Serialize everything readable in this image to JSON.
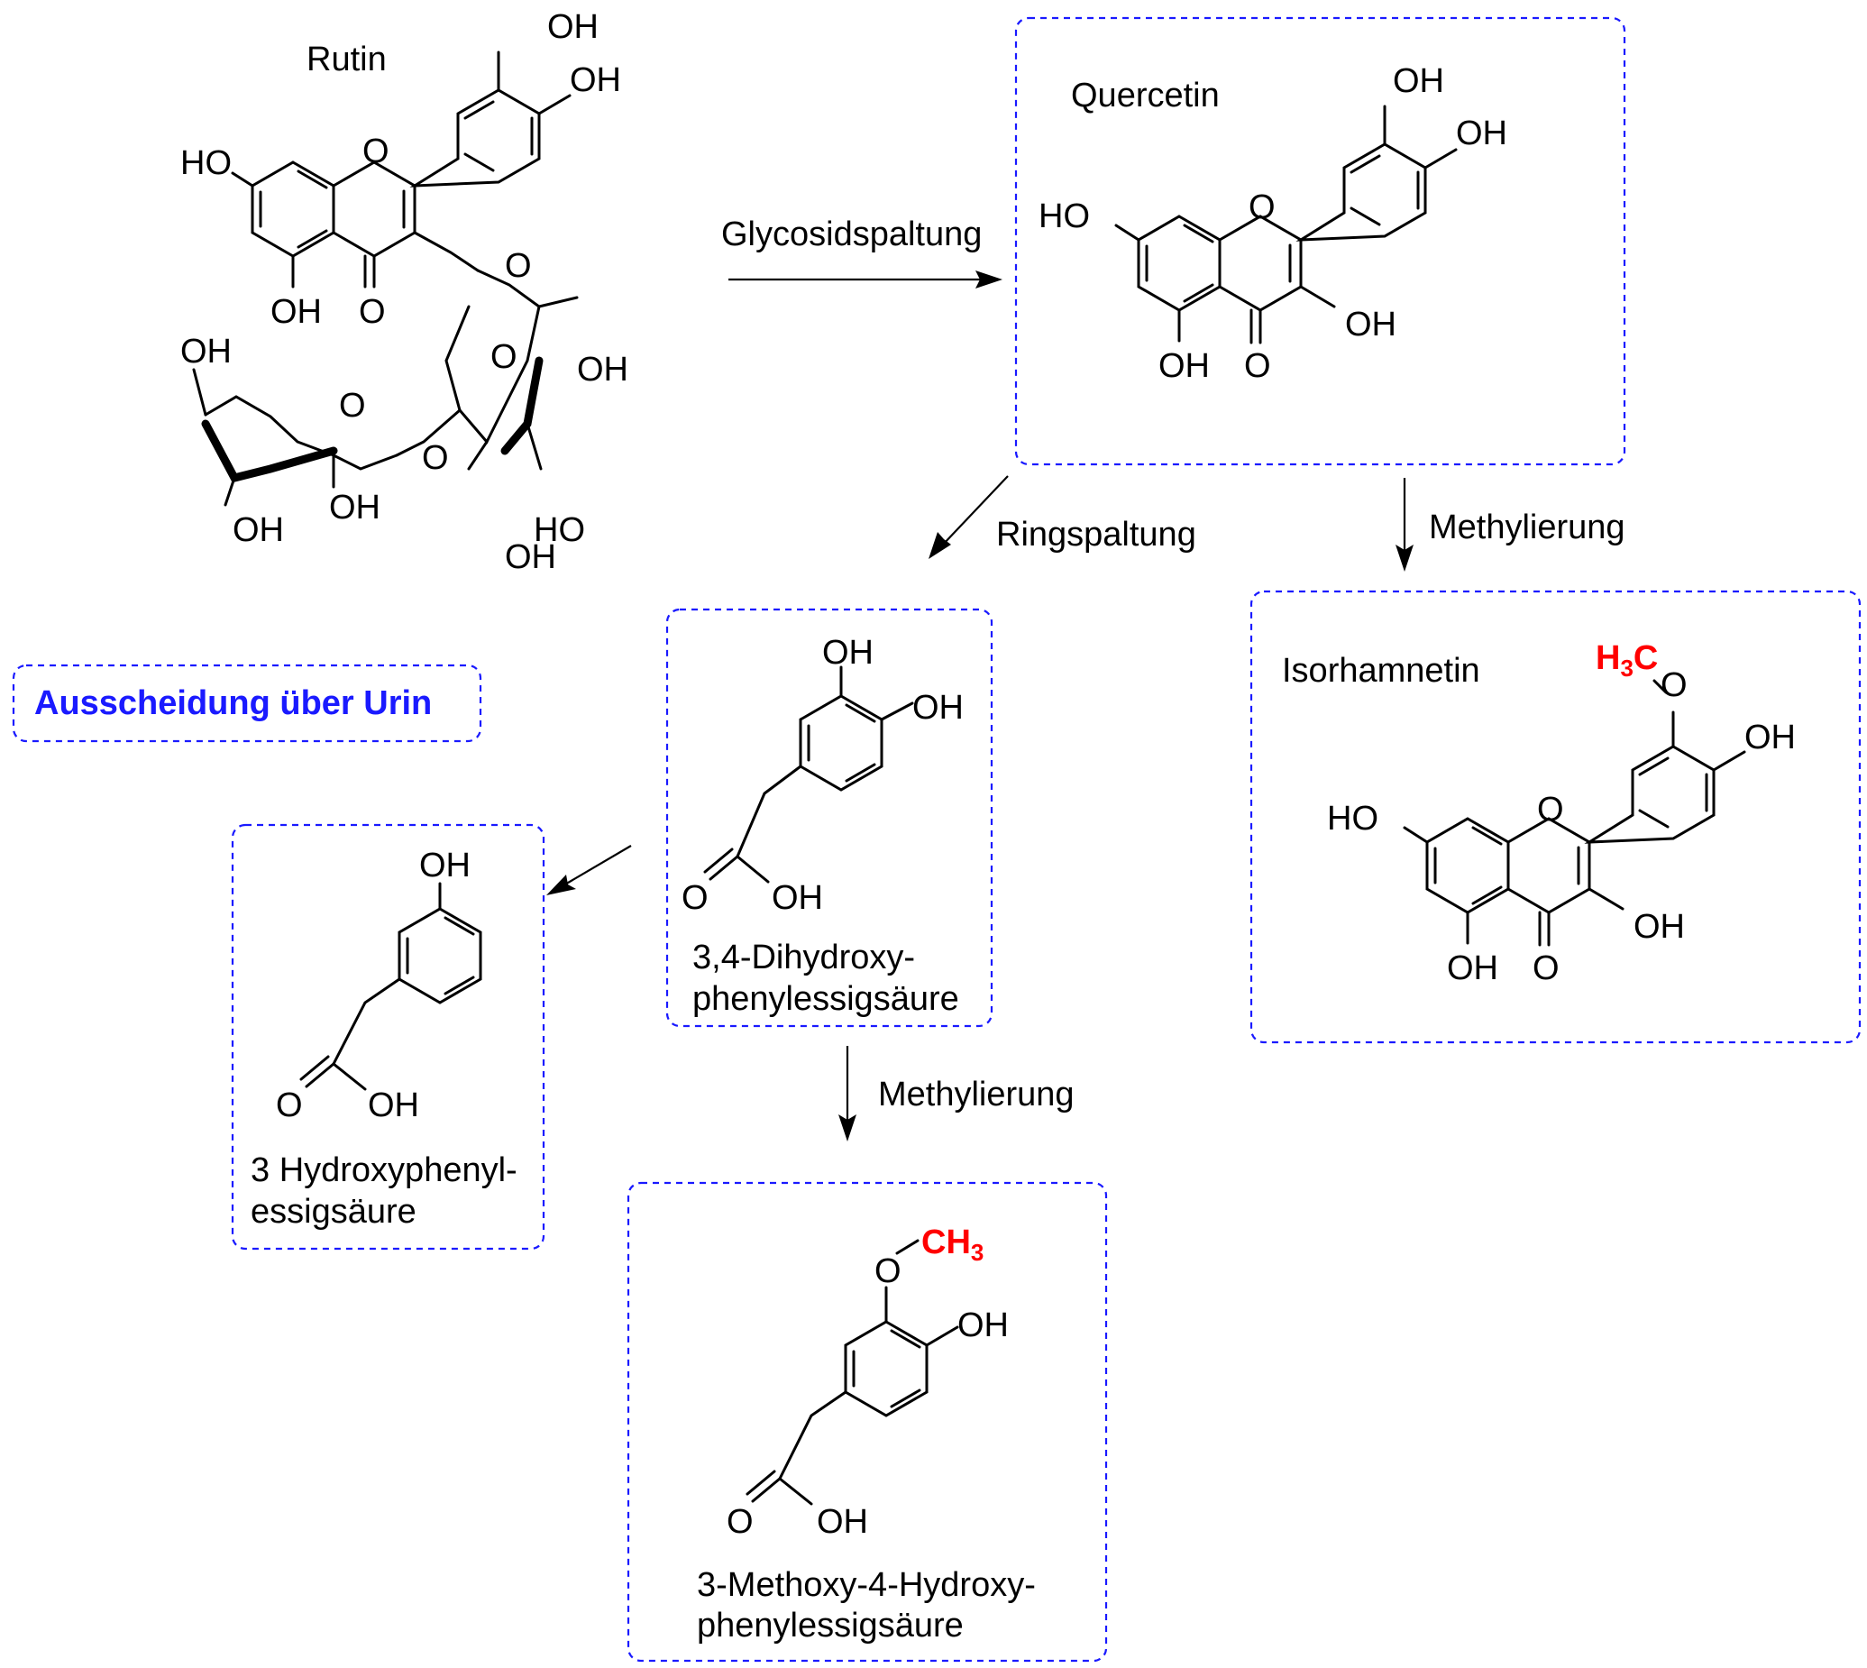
{
  "compounds": {
    "rutin": "Rutin",
    "quercetin": "Quercetin",
    "isorhamnetin": "Isorhamnetin",
    "dihydroxy_line1": "3,4-Dihydroxy-",
    "dihydroxy_line2": "phenylessigsäure",
    "hydroxyphenyl_line1": "3 Hydroxyphenyl-",
    "hydroxyphenyl_line2": "essigsäure",
    "methoxy_line1": "3-Methoxy-4-Hydroxy-",
    "methoxy_line2": "phenylessigsäure"
  },
  "reactions": {
    "glycosidspaltung": "Glycosidspaltung",
    "ringspaltung": "Ringspaltung",
    "methylierung_1": "Methylierung",
    "methylierung_2": "Methylierung"
  },
  "excretion": "Ausscheidung über Urin",
  "atoms": {
    "oh": "OH",
    "ho": "HO",
    "o": "O",
    "h3c": "H3C",
    "ch3": "CH3"
  },
  "colors": {
    "box_border": "#1a1aff",
    "methyl_highlight": "#ff0000",
    "excretion_text": "#1a1aff"
  }
}
